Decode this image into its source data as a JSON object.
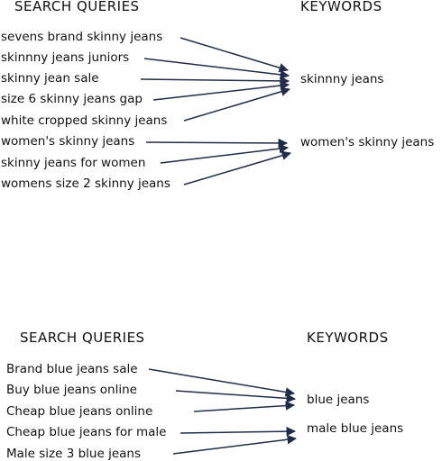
{
  "diagrams": [
    {
      "queries_header": "SEARCH QUERIES",
      "keywords_header": "KEYWORDS",
      "queries": [
        "sevens brand skinny jeans",
        "skinnny jeans juniors",
        "skinny jean sale",
        "size 6 skinny jeans gap",
        "white cropped skinny jeans",
        "women's skinny jeans",
        "skinny jeans for women",
        "womens size 2 skinny jeans"
      ],
      "keywords": [
        "skinnny jeans",
        "women's skinny jeans"
      ],
      "mapping": [
        0,
        0,
        0,
        0,
        0,
        1,
        1,
        1
      ]
    },
    {
      "queries_header": "SEARCH QUERIES",
      "keywords_header": "KEYWORDS",
      "queries": [
        "Brand blue jeans sale",
        "Buy blue jeans online",
        "Cheap blue jeans online",
        "Cheap blue jeans for male",
        "Male size 3 blue jeans"
      ],
      "keywords": [
        "blue jeans",
        "male blue jeans"
      ],
      "mapping": [
        0,
        0,
        0,
        1,
        1
      ]
    }
  ],
  "colors": {
    "arrow": "#1f2d4a",
    "text": "#111111"
  }
}
